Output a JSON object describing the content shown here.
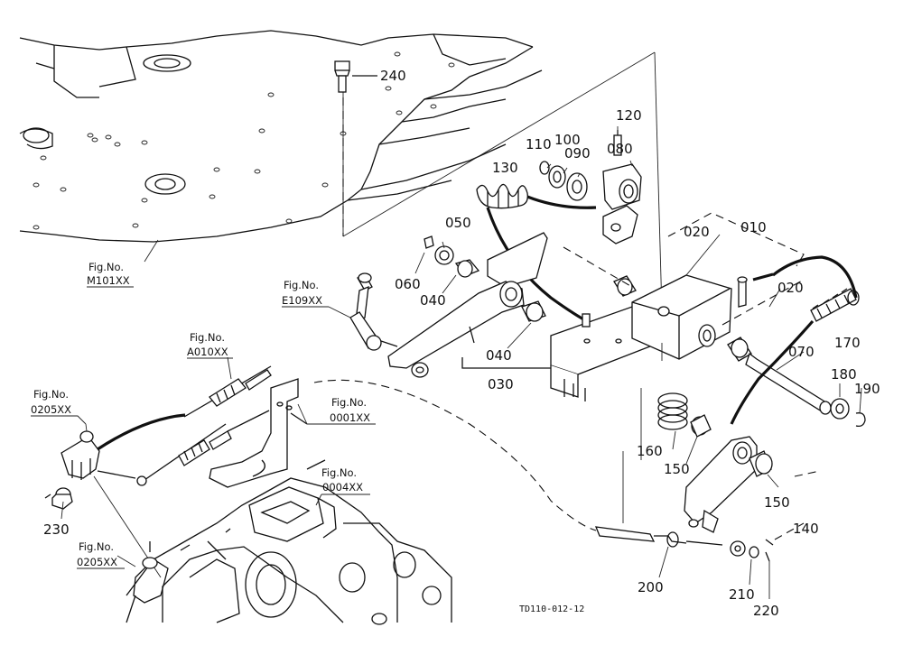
{
  "parts": [
    {
      "id": "p240",
      "text": "240"
    },
    {
      "id": "p120",
      "text": "120"
    },
    {
      "id": "p110",
      "text": "110"
    },
    {
      "id": "p100",
      "text": "100"
    },
    {
      "id": "p090",
      "text": "090"
    },
    {
      "id": "p080",
      "text": "080"
    },
    {
      "id": "p130",
      "text": "130"
    },
    {
      "id": "p050",
      "text": "050"
    },
    {
      "id": "p060",
      "text": "060"
    },
    {
      "id": "p040a",
      "text": "040"
    },
    {
      "id": "p040b",
      "text": "040"
    },
    {
      "id": "p030",
      "text": "030"
    },
    {
      "id": "p020a",
      "text": "020"
    },
    {
      "id": "p010",
      "text": "010"
    },
    {
      "id": "p020b",
      "text": "020"
    },
    {
      "id": "p170",
      "text": "170"
    },
    {
      "id": "p070",
      "text": "070"
    },
    {
      "id": "p180",
      "text": "180"
    },
    {
      "id": "p190",
      "text": "190"
    },
    {
      "id": "p160",
      "text": "160"
    },
    {
      "id": "p150a",
      "text": "150"
    },
    {
      "id": "p150b",
      "text": "150"
    },
    {
      "id": "p140",
      "text": "140"
    },
    {
      "id": "p200",
      "text": "200"
    },
    {
      "id": "p210",
      "text": "210"
    },
    {
      "id": "p220",
      "text": "220"
    },
    {
      "id": "p230",
      "text": "230"
    }
  ],
  "fig_refs": [
    {
      "id": "m101",
      "line1": "Fig.No.",
      "line2": "M101XX"
    },
    {
      "id": "e109",
      "line1": "Fig.No.",
      "line2": "E109XX"
    },
    {
      "id": "a010",
      "line1": "Fig.No.",
      "line2": "A010XX"
    },
    {
      "id": "r0205a",
      "line1": "Fig.No.",
      "line2": "0205XX"
    },
    {
      "id": "r0001",
      "line1": "Fig.No.",
      "line2": "0001XX"
    },
    {
      "id": "r0004",
      "line1": "Fig.No.",
      "line2": "0004XX"
    },
    {
      "id": "r0205b",
      "line1": "Fig.No.",
      "line2": "0205XX"
    }
  ],
  "drawing_code": "TD110-012-12"
}
